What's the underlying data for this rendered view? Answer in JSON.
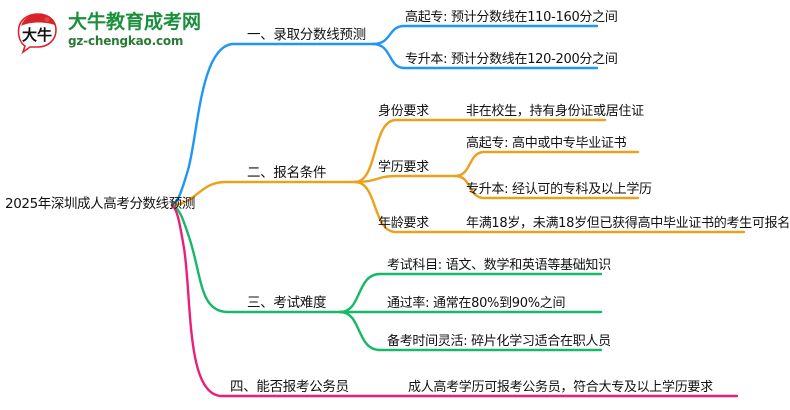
{
  "logo": {
    "badge_text": "大牛",
    "brand_cn": "大牛教育成考网",
    "brand_en": "gz-chengkao.com",
    "brand_color": "#1a8f3c",
    "badge_top_color": "#d8232a"
  },
  "mindmap": {
    "root": {
      "label": "2025年深圳成人高考分数线预测"
    },
    "branches": [
      {
        "label": "一、录取分数线预测",
        "color": "#2196f3",
        "children": [
          {
            "label": "高起专: 预计分数线在110-160分之间"
          },
          {
            "label": "专升本: 预计分数线在120-200分之间"
          }
        ]
      },
      {
        "label": "二、报名条件",
        "color": "#eaa11c",
        "children": [
          {
            "label": "身份要求",
            "children": [
              {
                "label": "非在校生，持有身份证或居住证"
              }
            ]
          },
          {
            "label": "学历要求",
            "children": [
              {
                "label": "高起专: 高中或中专毕业证书"
              },
              {
                "label": "专升本: 经认可的专科及以上学历"
              }
            ]
          },
          {
            "label": "年龄要求",
            "children": [
              {
                "label": "年满18岁，未满18岁但已获得高中毕业证书的考生可报名"
              }
            ]
          }
        ]
      },
      {
        "label": "三、考试难度",
        "color": "#17b968",
        "children": [
          {
            "label": "考试科目: 语文、数学和英语等基础知识"
          },
          {
            "label": "通过率: 通常在80%到90%之间"
          },
          {
            "label": "备考时间灵活: 碎片化学习适合在职人员"
          }
        ]
      },
      {
        "label": "四、能否报考公务员",
        "color": "#ec1e79",
        "children": [
          {
            "label": "成人高考学历可报考公务员，符合大专及以上学历要求"
          }
        ]
      }
    ]
  }
}
